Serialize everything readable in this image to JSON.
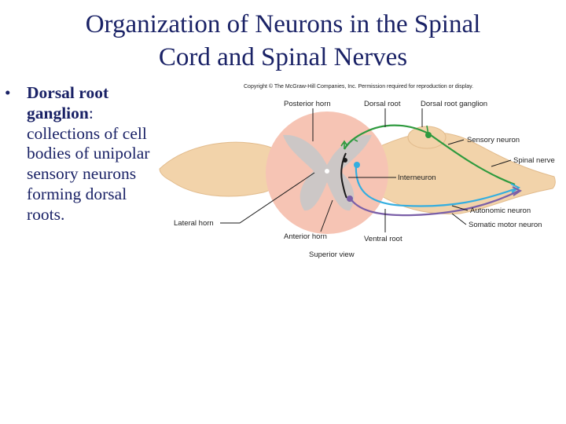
{
  "slide": {
    "title_line1": "Organization of Neurons in the Spinal",
    "title_line2": "Cord and Spinal Nerves",
    "bullet_symbol": "•",
    "bullet_term": "Dorsal root ganglion",
    "bullet_rest": ": collections of cell bodies of unipolar sensory neurons forming dorsal roots."
  },
  "figure": {
    "copyright": "Copyright © The McGraw-Hill Companies, Inc. Permission required for reproduction or display.",
    "labels": {
      "posterior_horn": "Posterior horn",
      "dorsal_root": "Dorsal root",
      "dorsal_root_ganglion": "Dorsal root ganglion",
      "sensory_neuron": "Sensory neuron",
      "spinal_nerve": "Spinal nerve",
      "interneuron": "Interneuron",
      "autonomic_neuron": "Autonomic neuron",
      "somatic_motor_neuron": "Somatic motor neuron",
      "lateral_horn": "Lateral horn",
      "anterior_horn": "Anterior horn",
      "ventral_root": "Ventral root",
      "superior_view": "Superior view"
    },
    "colors": {
      "nerve": "#f2d3aa",
      "spinal_cord": "#f6c4b4",
      "gray_matter": "#c8c8c8",
      "sensory_neuron": "#2e9a3e",
      "interneuron": "#1a1a1a",
      "autonomic_neuron": "#33aee0",
      "somatic_motor_neuron": "#7a5fa8",
      "title_text": "#1a2266"
    }
  }
}
